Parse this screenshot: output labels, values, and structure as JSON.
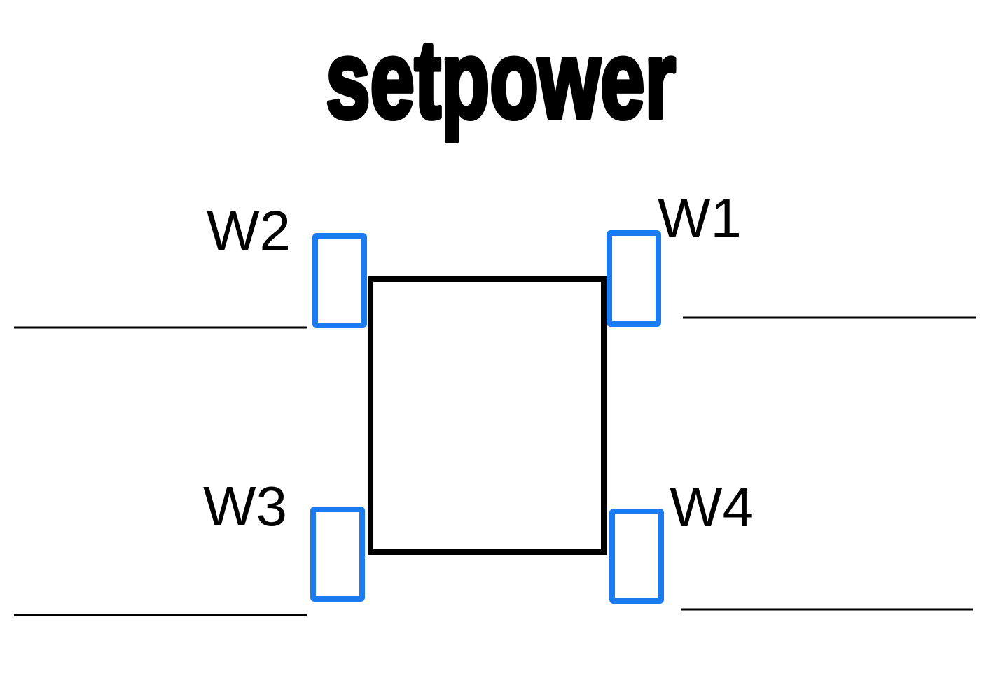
{
  "title": "setpower",
  "colors": {
    "chassis": "#000000",
    "wheel": "#1a7cf0",
    "text": "#000000",
    "answer_line": "#000000",
    "background": "#ffffff"
  },
  "wheels": [
    {
      "id": "w1",
      "label": "W1",
      "position": "top-right"
    },
    {
      "id": "w2",
      "label": "W2",
      "position": "top-left"
    },
    {
      "id": "w3",
      "label": "W3",
      "position": "bottom-left"
    },
    {
      "id": "w4",
      "label": "W4",
      "position": "bottom-right"
    }
  ]
}
